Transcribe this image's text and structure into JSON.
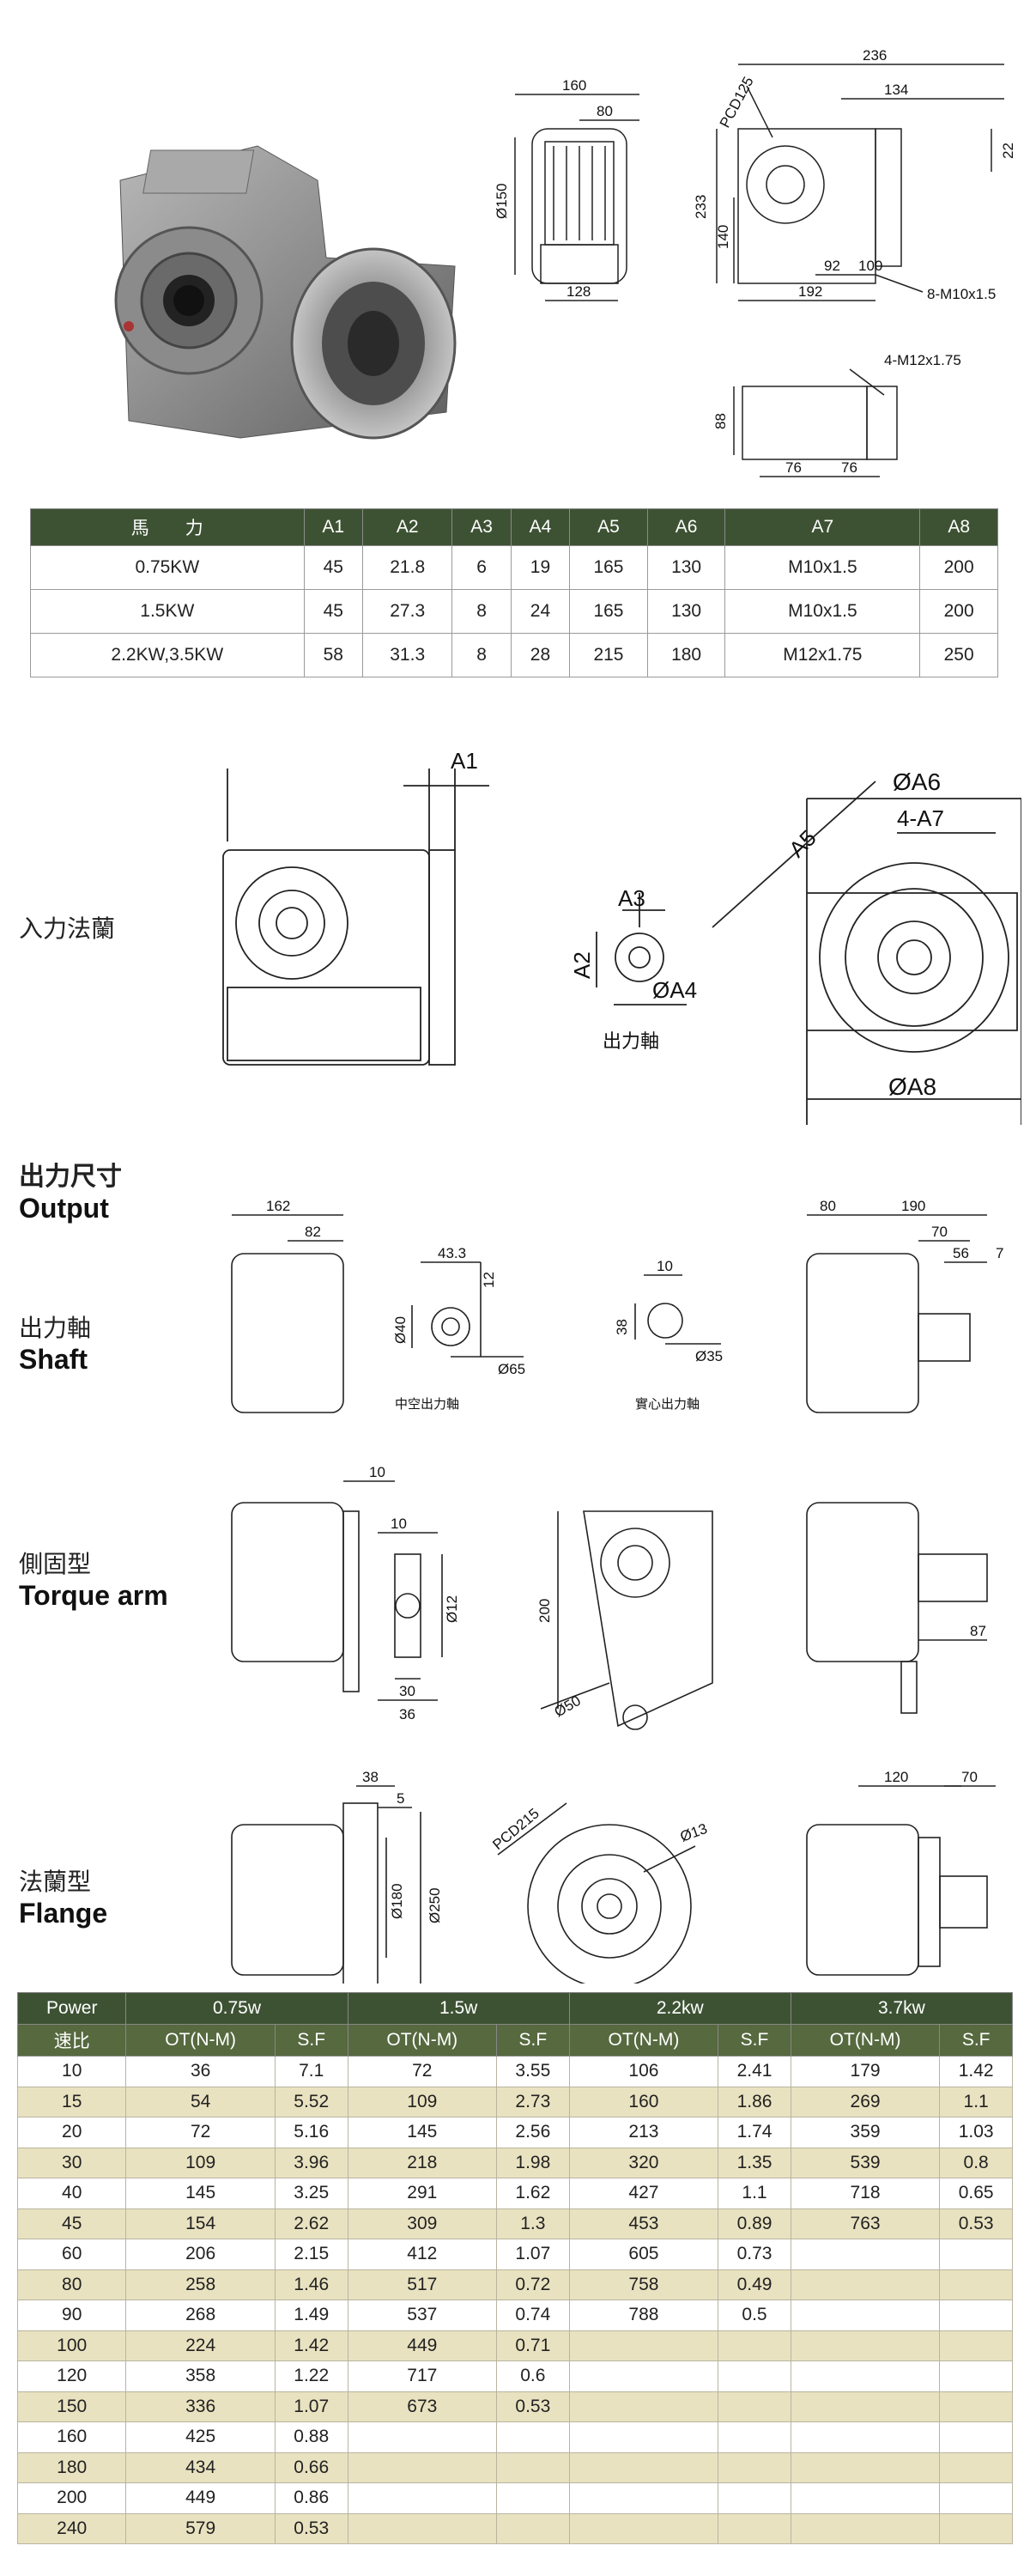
{
  "top_dims": {
    "front": {
      "w160": "160",
      "w80": "80",
      "d150": "Ø150",
      "w128": "128"
    },
    "side": {
      "w236": "236",
      "w134": "134",
      "pcd": "PCD125",
      "h22": "22",
      "h233": "233",
      "h140": "140",
      "w92": "92",
      "w100": "100",
      "w192": "192",
      "bolts": "8-M10x1.5"
    },
    "bottom": {
      "bolts": "4-M12x1.75",
      "h88": "88",
      "w76a": "76",
      "w76b": "76"
    }
  },
  "spec_table": {
    "headers": [
      "馬　　力",
      "A1",
      "A2",
      "A3",
      "A4",
      "A5",
      "A6",
      "A7",
      "A8"
    ],
    "rows": [
      [
        "0.75KW",
        "45",
        "21.8",
        "6",
        "19",
        "165",
        "130",
        "M10x1.5",
        "200"
      ],
      [
        "1.5KW",
        "45",
        "27.3",
        "8",
        "24",
        "165",
        "130",
        "M10x1.5",
        "200"
      ],
      [
        "2.2KW,3.5KW",
        "58",
        "31.3",
        "8",
        "28",
        "215",
        "180",
        "M12x1.75",
        "250"
      ]
    ]
  },
  "input_flange": {
    "label": "入力法蘭",
    "a1": "A1",
    "a2": "A2",
    "a3": "A3",
    "a4": "ØA4",
    "a5": "A5",
    "a6": "ØA6",
    "a7": "4-A7",
    "a8": "ØA8",
    "shaft_caption": "出力軸"
  },
  "output_section": {
    "title_zh": "出力尺寸",
    "title_en": "Output"
  },
  "shaft_row": {
    "label_zh": "出力軸",
    "label_en": "Shaft",
    "d162": "162",
    "d82": "82",
    "d43": "43.3",
    "d12": "12",
    "d40": "Ø40",
    "d65": "Ø65",
    "hollow": "中空出力軸",
    "d10": "10",
    "d38": "38",
    "d35": "Ø35",
    "solid": "實心出力軸",
    "d80": "80",
    "d190": "190",
    "d70": "70",
    "d56": "56",
    "d7": "7"
  },
  "torque_row": {
    "label_zh": "側固型",
    "label_en": "Torque arm",
    "d10a": "10",
    "d10b": "10",
    "d12": "Ø12",
    "d30": "30",
    "d36": "36",
    "d200": "200",
    "d50": "Ø50",
    "d87": "87"
  },
  "flange_row": {
    "label_zh": "法蘭型",
    "label_en": "Flange",
    "d38": "38",
    "d5": "5",
    "d180": "Ø180",
    "d250": "Ø250",
    "pcd": "PCD215",
    "d13": "Ø13",
    "d120": "120",
    "d70": "70"
  },
  "perf_table": {
    "power_label": "Power",
    "powers": [
      "0.75w",
      "1.5w",
      "2.2kw",
      "3.7kw"
    ],
    "sub": [
      "速比",
      "OT(N-M)",
      "S.F",
      "OT(N-M)",
      "S.F",
      "OT(N-M)",
      "S.F",
      "OT(N-M)",
      "S.F"
    ],
    "rows": [
      [
        "10",
        "36",
        "7.1",
        "72",
        "3.55",
        "106",
        "2.41",
        "179",
        "1.42"
      ],
      [
        "15",
        "54",
        "5.52",
        "109",
        "2.73",
        "160",
        "1.86",
        "269",
        "1.1"
      ],
      [
        "20",
        "72",
        "5.16",
        "145",
        "2.56",
        "213",
        "1.74",
        "359",
        "1.03"
      ],
      [
        "30",
        "109",
        "3.96",
        "218",
        "1.98",
        "320",
        "1.35",
        "539",
        "0.8"
      ],
      [
        "40",
        "145",
        "3.25",
        "291",
        "1.62",
        "427",
        "1.1",
        "718",
        "0.65"
      ],
      [
        "45",
        "154",
        "2.62",
        "309",
        "1.3",
        "453",
        "0.89",
        "763",
        "0.53"
      ],
      [
        "60",
        "206",
        "2.15",
        "412",
        "1.07",
        "605",
        "0.73",
        "",
        ""
      ],
      [
        "80",
        "258",
        "1.46",
        "517",
        "0.72",
        "758",
        "0.49",
        "",
        ""
      ],
      [
        "90",
        "268",
        "1.49",
        "537",
        "0.74",
        "788",
        "0.5",
        "",
        ""
      ],
      [
        "100",
        "224",
        "1.42",
        "449",
        "0.71",
        "",
        "",
        "",
        ""
      ],
      [
        "120",
        "358",
        "1.22",
        "717",
        "0.6",
        "",
        "",
        "",
        ""
      ],
      [
        "150",
        "336",
        "1.07",
        "673",
        "0.53",
        "",
        "",
        "",
        ""
      ],
      [
        "160",
        "425",
        "0.88",
        "",
        "",
        "",
        "",
        "",
        ""
      ],
      [
        "180",
        "434",
        "0.66",
        "",
        "",
        "",
        "",
        "",
        ""
      ],
      [
        "200",
        "449",
        "0.86",
        "",
        "",
        "",
        "",
        "",
        ""
      ],
      [
        "240",
        "579",
        "0.53",
        "",
        "",
        "",
        "",
        "",
        ""
      ]
    ]
  }
}
